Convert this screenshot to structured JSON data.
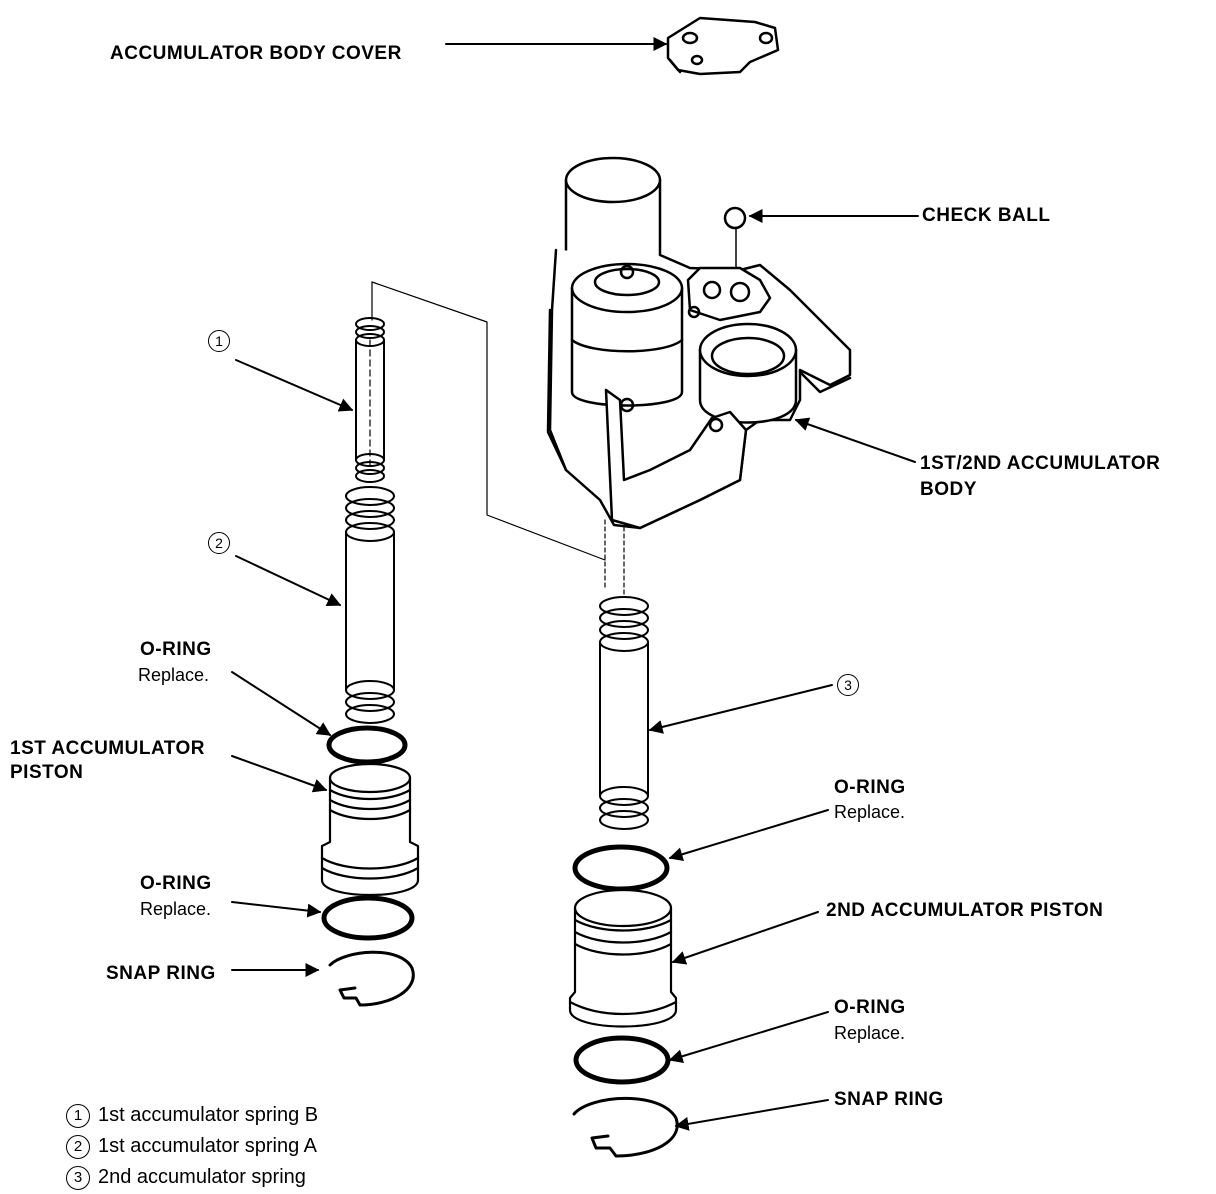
{
  "labels": {
    "accumulator_body_cover": "ACCUMULATOR BODY COVER",
    "check_ball": "CHECK BALL",
    "accumulator_body_line1": "1ST/2ND ACCUMULATOR",
    "accumulator_body_line2": "BODY",
    "oring_left_top": "O-RING",
    "oring_left_top_note": "Replace.",
    "first_piston_line1": "1ST ACCUMULATOR",
    "first_piston_line2": "PISTON",
    "oring_left_bottom": "O-RING",
    "oring_left_bottom_note": "Replace.",
    "snap_ring_left": "SNAP RING",
    "oring_right_top": "O-RING",
    "oring_right_top_note": "Replace.",
    "second_piston": "2ND ACCUMULATOR PISTON",
    "oring_right_bottom": "O-RING",
    "oring_right_bottom_note": "Replace.",
    "snap_ring_right": "SNAP RING"
  },
  "callouts": {
    "c1": "1",
    "c2": "2",
    "c3": "3"
  },
  "legend": [
    {
      "num": "1",
      "text": "1st accumulator spring B"
    },
    {
      "num": "2",
      "text": "1st accumulator spring A"
    },
    {
      "num": "3",
      "text": "2nd accumulator spring"
    }
  ],
  "colors": {
    "ink": "#000000",
    "paper": "#ffffff"
  }
}
